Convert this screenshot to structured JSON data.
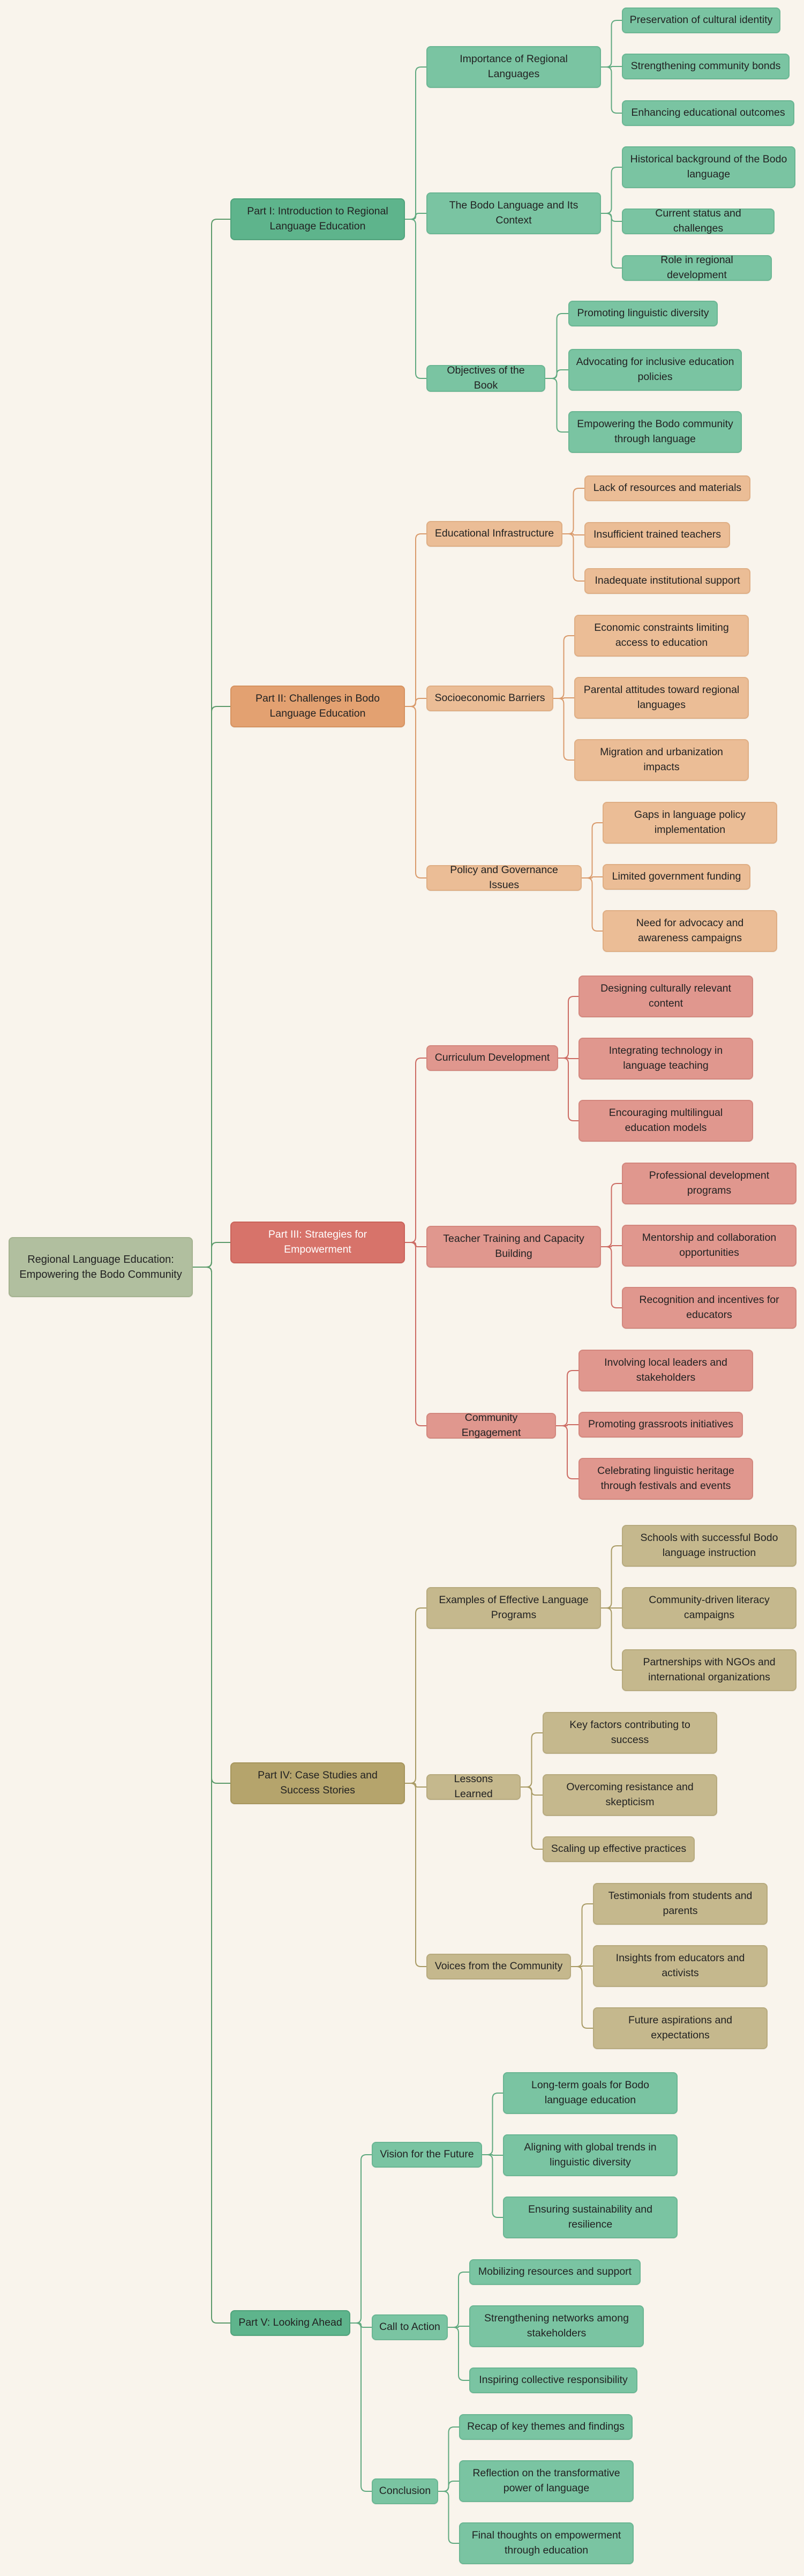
{
  "root": "Regional Language Education: Empowering the Bodo Community",
  "colors": {
    "background": "#f9f4ec",
    "part1": "#5eb48c",
    "part2": "#e3a171",
    "part3": "#d7736a",
    "part4": "#b5a46c",
    "part5": "#5eb48c",
    "line1": "#5fa97f",
    "line2": "#d99a6b",
    "line3": "#cc6b63",
    "line4": "#a89a64",
    "line5": "#5fa97f",
    "root_line": "#5b9a6a"
  },
  "parts": [
    {
      "label": "Part I: Introduction to Regional Language Education",
      "sections": [
        {
          "label": "Importance of Regional Languages",
          "items": [
            "Preservation of cultural identity",
            "Strengthening community bonds",
            "Enhancing educational outcomes"
          ]
        },
        {
          "label": "The Bodo Language and Its Context",
          "items": [
            "Historical background of the Bodo language",
            "Current status and challenges",
            "Role in regional development"
          ]
        },
        {
          "label": "Objectives of the Book",
          "items": [
            "Promoting linguistic diversity",
            "Advocating for inclusive education policies",
            "Empowering the Bodo community through language"
          ]
        }
      ]
    },
    {
      "label": "Part II: Challenges in Bodo Language Education",
      "sections": [
        {
          "label": "Educational Infrastructure",
          "items": [
            "Lack of resources and materials",
            "Insufficient trained teachers",
            "Inadequate institutional support"
          ]
        },
        {
          "label": "Socioeconomic Barriers",
          "items": [
            "Economic constraints limiting access to education",
            "Parental attitudes toward regional languages",
            "Migration and urbanization impacts"
          ]
        },
        {
          "label": "Policy and Governance Issues",
          "items": [
            "Gaps in language policy implementation",
            "Limited government funding",
            "Need for advocacy and awareness campaigns"
          ]
        }
      ]
    },
    {
      "label": "Part III: Strategies for Empowerment",
      "sections": [
        {
          "label": "Curriculum Development",
          "items": [
            "Designing culturally relevant content",
            "Integrating technology in language teaching",
            "Encouraging multilingual education models"
          ]
        },
        {
          "label": "Teacher Training and Capacity Building",
          "items": [
            "Professional development programs",
            "Mentorship and collaboration opportunities",
            "Recognition and incentives for educators"
          ]
        },
        {
          "label": "Community Engagement",
          "items": [
            "Involving local leaders and stakeholders",
            "Promoting grassroots initiatives",
            "Celebrating linguistic heritage through festivals and events"
          ]
        }
      ]
    },
    {
      "label": "Part IV: Case Studies and Success Stories",
      "sections": [
        {
          "label": "Examples of Effective Language Programs",
          "items": [
            "Schools with successful Bodo language instruction",
            "Community-driven literacy campaigns",
            "Partnerships with NGOs and international organizations"
          ]
        },
        {
          "label": "Lessons Learned",
          "items": [
            "Key factors contributing to success",
            "Overcoming resistance and skepticism",
            "Scaling up effective practices"
          ]
        },
        {
          "label": "Voices from the Community",
          "items": [
            "Testimonials from students and parents",
            "Insights from educators and activists",
            "Future aspirations and expectations"
          ]
        }
      ]
    },
    {
      "label": "Part V: Looking Ahead",
      "sections": [
        {
          "label": "Vision for the Future",
          "items": [
            "Long-term goals for Bodo language education",
            "Aligning with global trends in linguistic diversity",
            "Ensuring sustainability and resilience"
          ]
        },
        {
          "label": "Call to Action",
          "items": [
            "Mobilizing resources and support",
            "Strengthening networks among stakeholders",
            "Inspiring collective responsibility"
          ]
        },
        {
          "label": "Conclusion",
          "items": [
            "Recap of key themes and findings",
            "Reflection on the transformative power of language",
            "Final thoughts on empowerment through education"
          ]
        }
      ]
    }
  ]
}
